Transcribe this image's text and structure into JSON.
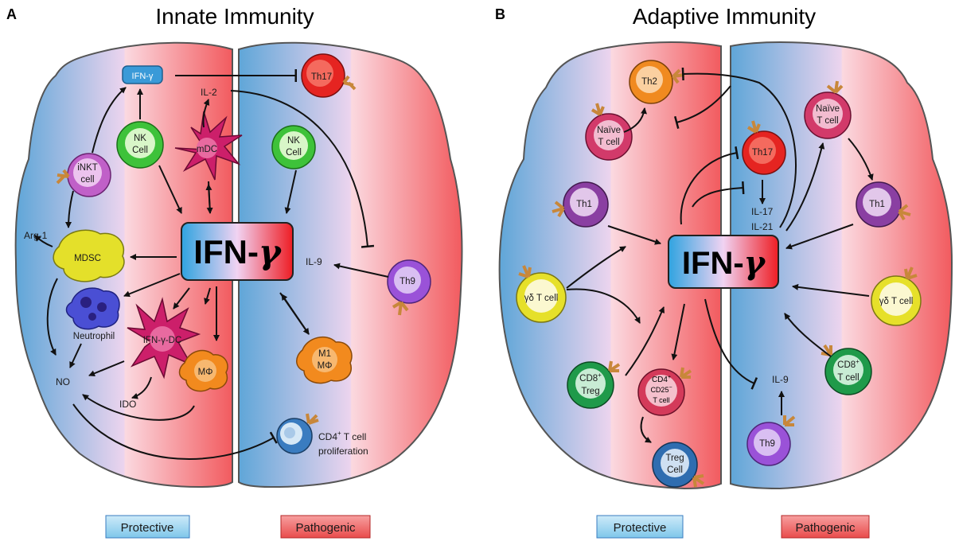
{
  "panels": [
    {
      "letter": "A",
      "title": "Innate Immunity",
      "center": {
        "pre": "IFN-",
        "greek": "γ"
      },
      "cells": {
        "ifn_small": "IFN-γ",
        "th17": "Th17",
        "nk1": [
          "NK",
          "Cell"
        ],
        "mdc": "mDC",
        "inkt": [
          "iNKT",
          "cell"
        ],
        "nk2": [
          "NK",
          "Cell"
        ],
        "mdsc": "MDSC",
        "neutrophil": "Neutrophil",
        "ifn_dc": "IFN-γ-DC",
        "mphi": "MΦ",
        "m1": [
          "M1",
          "MΦ"
        ],
        "th9": "Th9"
      },
      "labels": {
        "il2": "IL-2",
        "arg1": "Arg-1",
        "il9": "IL-9",
        "no": "NO",
        "ido": "IDO",
        "cd4_line1_a": "CD4",
        "cd4_line1_sup": "+",
        "cd4_line1_b": " T cell",
        "cd4_line2": "proliferation"
      },
      "legend": {
        "protective": "Protective",
        "pathogenic": "Pathogenic"
      }
    },
    {
      "letter": "B",
      "title": "Adaptive Immunity",
      "center": {
        "pre": "IFN-",
        "greek": "γ"
      },
      "cells": {
        "th2": "Th2",
        "naive_left": [
          "Naïve",
          "T cell"
        ],
        "th17": "Th17",
        "naive_right": [
          "Naïve",
          "T cell"
        ],
        "th1_left": "Th1",
        "th1_right": "Th1",
        "gd_left": "γδ T cell",
        "gd_right": "γδ T cell",
        "cd8_treg_a": "CD8",
        "cd8_treg_sup": "+",
        "cd8_treg_b": "Treg",
        "cd4cd25_a": "CD4",
        "cd4cd25_sup": "+",
        "cd4cd25_b": "CD25",
        "cd4cd25_sup2": "−",
        "cd4cd25_c": "T cell",
        "treg": [
          "Treg",
          "Cell"
        ],
        "th9": "Th9",
        "cd8_t_a": "CD8",
        "cd8_t_sup": "+",
        "cd8_t_b": "T cell"
      },
      "labels": {
        "il17": "IL-17",
        "il21": "IL-21",
        "il9": "IL-9"
      },
      "legend": {
        "protective": "Protective",
        "pathogenic": "Pathogenic"
      }
    }
  ],
  "colors": {
    "protective": "#62a8d8",
    "pathogenic": "#f25f63",
    "nk": "#3ec23a",
    "th17": "#e52421",
    "inkt": "#c060c8",
    "mdc": "#cc1f6a",
    "mdsc": "#e4e02a",
    "neutrophil": "#4a4fd4",
    "mphi": "#f28a1e",
    "th9": "#9a52d8",
    "th2": "#f08a20",
    "naive": "#d23a6a",
    "th1": "#8a3fa2",
    "gd": "#e6e02a",
    "cd8": "#1f9a4a",
    "cd4cd25": "#d43a5a",
    "treg": "#2f6db0",
    "cd4prolif": "#3a7cc0",
    "receptor": "#c8873a"
  }
}
